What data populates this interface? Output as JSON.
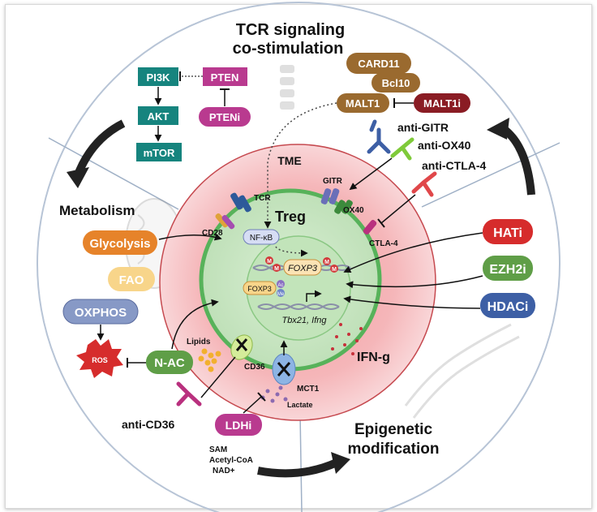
{
  "sections": {
    "tcr_title_1": "TCR signaling",
    "tcr_title_2": "co-stimulation",
    "metabolism": "Metabolism",
    "epigenetic_1": "Epigenetic",
    "epigenetic_2": "modification"
  },
  "regions": {
    "tme": "TME",
    "treg": "Treg"
  },
  "pathway": {
    "pi3k": "PI3K",
    "pten": "PTEN",
    "pteni": "PTENi",
    "akt": "AKT",
    "mtor": "mTOR",
    "card11": "CARD11",
    "bcl10": "Bcl10",
    "malt1": "MALT1",
    "malt1i": "MALT1i"
  },
  "antibodies": {
    "anti_gitr": "anti-GITR",
    "anti_ox40": "anti-OX40",
    "anti_ctla4": "anti-CTLA-4",
    "anti_cd36": "anti-CD36"
  },
  "receptors": {
    "tcr": "TCR",
    "cd28": "CD28",
    "gitr": "GITR",
    "ox40": "OX40",
    "ctla4": "CTLA-4",
    "cd36": "CD36",
    "mct1": "MCT1"
  },
  "metabolism_nodes": {
    "glycolysis": "Glycolysis",
    "fao": "FAO",
    "oxphos": "OXPHOS",
    "ros": "ROS",
    "nac": "N-AC",
    "ldhi": "LDHi",
    "lipids": "Lipids",
    "lactate": "Lactate"
  },
  "epigenetic_nodes": {
    "hati": "HATi",
    "ezh2i": "EZH2i",
    "hdaci": "HDACi",
    "ifng": "IFN-g"
  },
  "nucleus": {
    "nfkb": "NF-κB",
    "foxp3_gene": "FOXP3",
    "foxp3_protein": "FOXP3",
    "tbx21": "Tbx21, Ifng",
    "mark_m": "M",
    "mark_ac": "Ac",
    "mark_me": "Me"
  },
  "cofactors": {
    "sam": "SAM",
    "acetyl_coa": "Acetyl-CoA",
    "nad": "NAD+"
  },
  "colors": {
    "teal": "#16847e",
    "magenta": "#b93a8f",
    "brown": "#9a6a2f",
    "darkred": "#8a1c24",
    "orange": "#e6832a",
    "lightyellow": "#f8d58a",
    "slate": "#8799c6",
    "green": "#5f9e47",
    "red": "#d62c2c",
    "blue": "#3d5fa5",
    "cell_outer": "#f7c8cc",
    "cell_mid": "#f29a9d",
    "treg_fill": "#c9e6c3",
    "treg_edge": "#57b25a"
  }
}
